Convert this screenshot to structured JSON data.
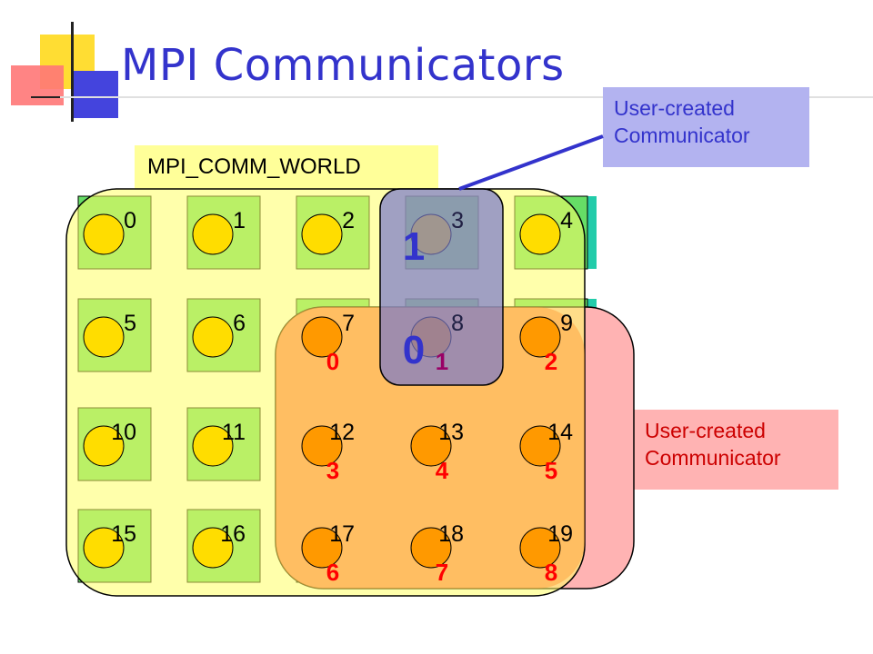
{
  "title": "MPI Communicators",
  "world_label": "MPI_COMM_WORLD",
  "comm_blue": {
    "line1": "User-created",
    "line2": "Communicator",
    "ranks": [
      "0",
      "1"
    ]
  },
  "comm_pink": {
    "line1": "User-created",
    "line2": "Communicator",
    "ranks": [
      "0",
      "1",
      "2",
      "3",
      "4",
      "5",
      "6",
      "7",
      "8"
    ]
  },
  "processes": [
    "0",
    "1",
    "2",
    "3",
    "4",
    "5",
    "6",
    "7",
    "8",
    "9",
    "10",
    "11",
    "12",
    "13",
    "14",
    "15",
    "16",
    "17",
    "18",
    "19"
  ],
  "colors": {
    "title": "#3333cc",
    "cell": "#66dd66",
    "cell_teal": "#22ccaa",
    "circle": "#ffdd00",
    "circle_in_comm": "#ff9900",
    "world": "#ffff66",
    "pink": "#ffb3b3",
    "blue_comm": "#7777cc",
    "rank_red": "#ff0000",
    "rank_purple": "#990066"
  }
}
